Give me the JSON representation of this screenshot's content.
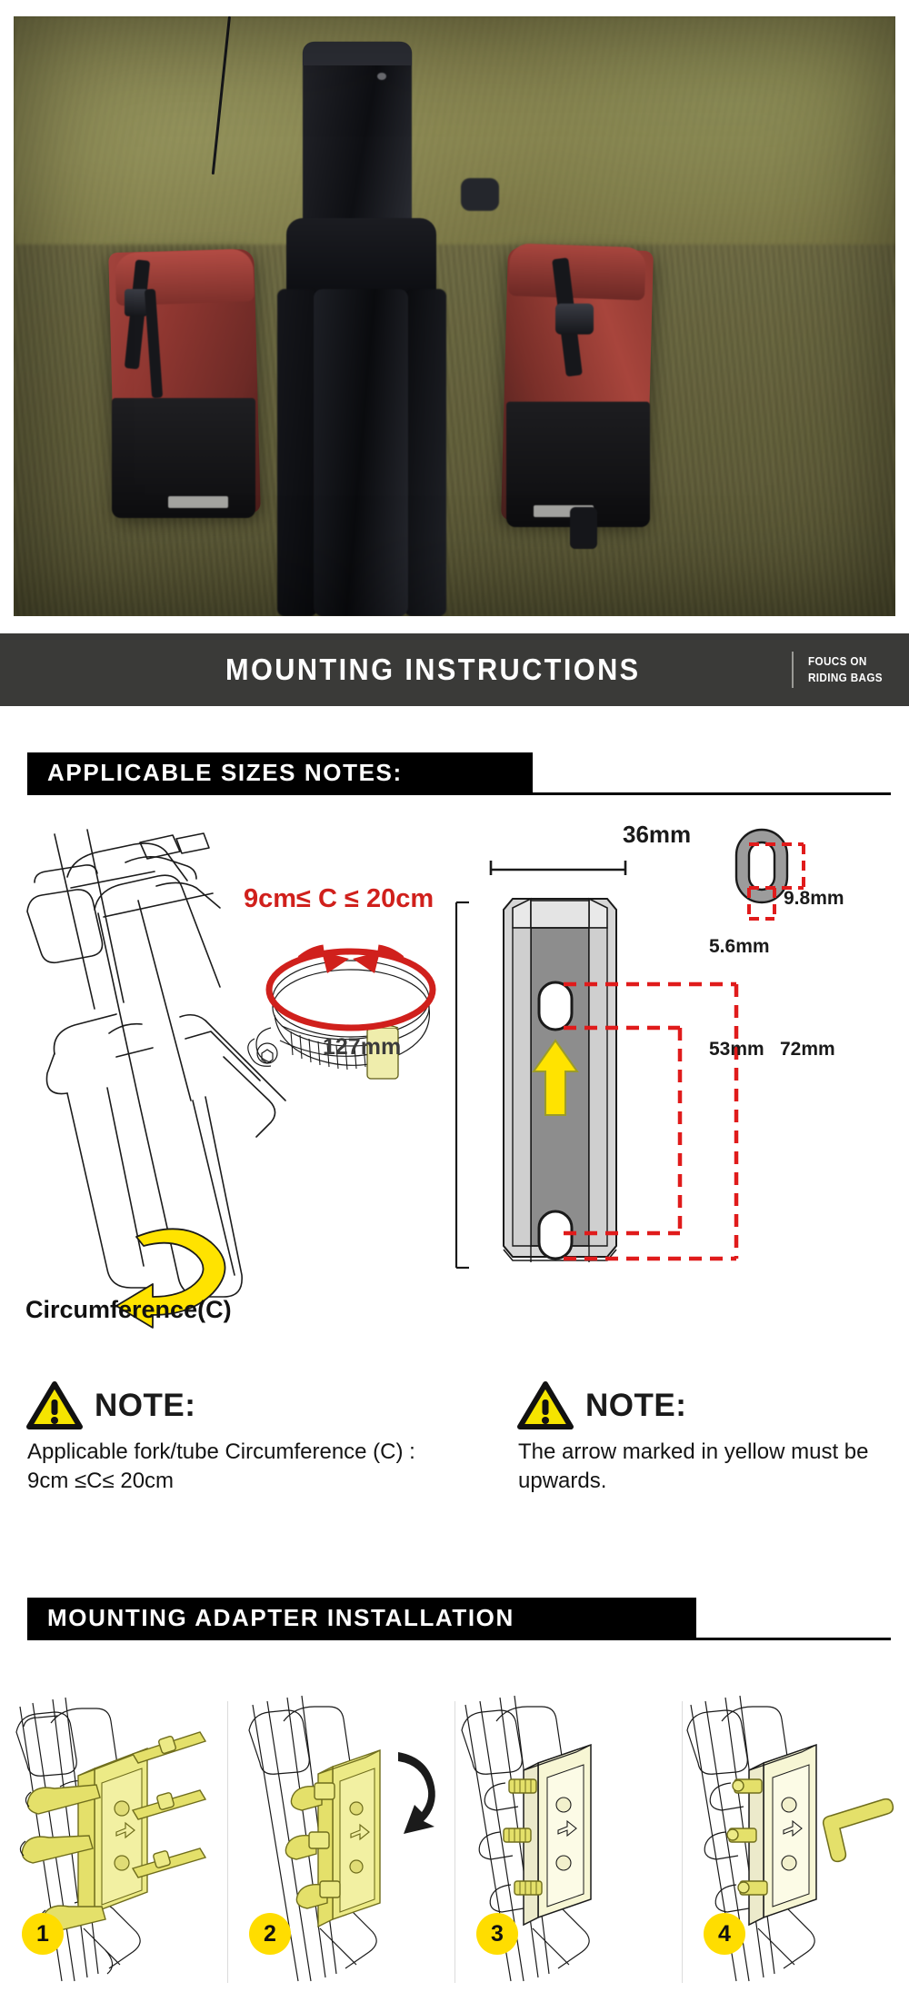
{
  "banner": {
    "title": "MOUNTING INSTRUCTIONS",
    "sub_line1": "FOUCS ON",
    "sub_line2": "RIDING BAGS",
    "bg_color": "#3a3a38"
  },
  "sections": [
    {
      "id": "applicable-sizes",
      "title": "APPLICABLE SIZES NOTES:"
    },
    {
      "id": "mounting-adapter",
      "title": "MOUNTING ADAPTER INSTALLATION"
    }
  ],
  "sizes": {
    "fork_diagram": {
      "inequality": "9cm≤ C ≤ 20cm",
      "inequality_color": "#d0201c",
      "circumference_label": "Circumference(C)",
      "rotation_arrow_color": "#ffe300",
      "clamp_ring_color": "#d0201c"
    },
    "bracket_diagram": {
      "width": "36mm",
      "height": "127mm",
      "slot_height": "9.8mm",
      "slot_width": "5.6mm",
      "slot_spacing": "53mm",
      "slot_spacing_outer": "72mm",
      "arrow_color": "#ffe300",
      "dimension_line_color": "#e01b1b"
    }
  },
  "notes": [
    {
      "id": "note-fork-size",
      "icon": "warning-triangle-icon",
      "label": "NOTE:",
      "body": "Applicable fork/tube Circumference (C) : 9cm ≤C≤ 20cm"
    },
    {
      "id": "note-arrow-direction",
      "icon": "warning-triangle-icon",
      "label": "NOTE:",
      "body": "The arrow marked in yellow must be upwards."
    }
  ],
  "steps": [
    {
      "number": "1",
      "badge_color": "#ffdd00"
    },
    {
      "number": "2",
      "badge_color": "#ffdd00"
    },
    {
      "number": "3",
      "badge_color": "#ffdd00"
    },
    {
      "number": "4",
      "badge_color": "#ffdd00"
    }
  ],
  "hero": {
    "alt": "bicycle fork with two red waterproof fork bags mounted, grass background"
  }
}
